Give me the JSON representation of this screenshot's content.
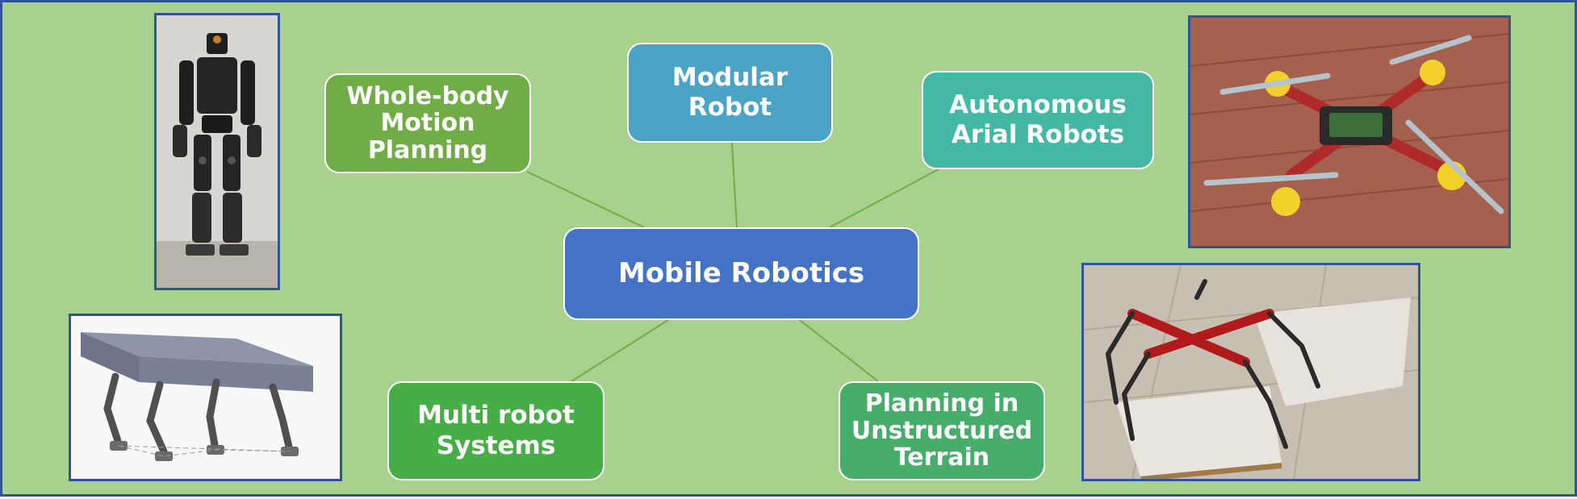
{
  "diagram": {
    "center": {
      "label": "Mobile Robotics"
    },
    "branches": [
      {
        "id": "whole-body",
        "lines": [
          "Whole-body",
          "Motion",
          "Planning"
        ]
      },
      {
        "id": "modular",
        "lines": [
          "Modular",
          "Robot"
        ]
      },
      {
        "id": "aerial",
        "lines": [
          "Autonomous",
          "Arial Robots"
        ]
      },
      {
        "id": "multi",
        "lines": [
          "Multi robot",
          "Systems"
        ]
      },
      {
        "id": "terrain",
        "lines": [
          "Planning in",
          "Unstructured",
          "Terrain"
        ]
      }
    ]
  },
  "images": [
    {
      "id": "humanoid-robot",
      "subject": "humanoid robot"
    },
    {
      "id": "parallel-platform",
      "subject": "legged parallel platform CAD model"
    },
    {
      "id": "quadcopter",
      "subject": "quadcopter drone"
    },
    {
      "id": "hexapod",
      "subject": "hexapod robot on uneven boards"
    }
  ],
  "colors": {
    "background": "#a9d18e",
    "border": "#2f5597",
    "center": "#4472c4",
    "connector": "#70ad47"
  }
}
